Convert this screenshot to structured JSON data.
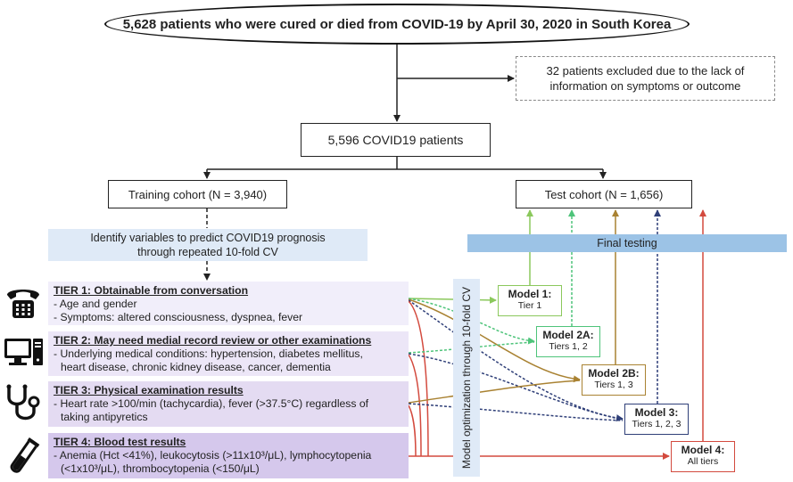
{
  "top": {
    "title": "5,628 patients who were cured or died from COVID-19 by April 30, 2020 in South Korea"
  },
  "excluded": {
    "line1": "32 patients excluded due to the lack of",
    "line2": "information on symptoms or outcome"
  },
  "total": {
    "label": "5,596 COVID19 patients"
  },
  "training": {
    "label": "Training cohort (N = 3,940)"
  },
  "test": {
    "label": "Test cohort (N = 1,656)"
  },
  "identify": {
    "line1": "Identify variables to predict COVID19 prognosis",
    "line2": "through repeated 10-fold CV"
  },
  "final_testing": {
    "label": "Final testing"
  },
  "optimization": {
    "label": "Model optimization through 10-fold CV"
  },
  "tiers": [
    {
      "title": "TIER 1: Obtainable from conversation",
      "lines": [
        "- Age and gender",
        "- Symptoms: altered consciousness, dyspnea, fever"
      ],
      "icon": "telephone-icon"
    },
    {
      "title": "TIER 2: May need medial record review or other examinations",
      "lines": [
        "- Underlying medical conditions: hypertension, diabetes mellitus,",
        "  heart disease, chronic kidney disease, cancer, dementia"
      ],
      "icon": "computer-icon"
    },
    {
      "title": "TIER 3: Physical examination results",
      "lines": [
        "- Heart rate >100/min (tachycardia), fever (>37.5°C) regardless of",
        "  taking antipyretics"
      ],
      "icon": "stethoscope-icon"
    },
    {
      "title": "TIER 4: Blood test results",
      "lines": [
        "- Anemia (Hct <41%), leukocytosis (>11x10³/μL), lymphocytopenia",
        "  (<1x10³/μL), thrombocytopenia (<150/μL)"
      ],
      "icon": "test-tube-icon"
    }
  ],
  "models": [
    {
      "name": "Model 1:",
      "tiers": "Tier 1",
      "color": "#8bc85c"
    },
    {
      "name": "Model 2A:",
      "tiers": "Tiers 1, 2",
      "color": "#4ec47a"
    },
    {
      "name": "Model 2B:",
      "tiers": "Tiers 1, 3",
      "color": "#a98232"
    },
    {
      "name": "Model 3:",
      "tiers": "Tiers 1, 2, 3",
      "color": "#2f3f78"
    },
    {
      "name": "Model 4:",
      "tiers": "All tiers",
      "color": "#d34a3e"
    }
  ],
  "colors": {
    "tier_bg": [
      "#f1eefa",
      "#ece6f7",
      "#e4dbf2",
      "#d5c8ec"
    ],
    "identify_bg": "#dfeaf7",
    "final_bg": "#9cc3e6"
  }
}
